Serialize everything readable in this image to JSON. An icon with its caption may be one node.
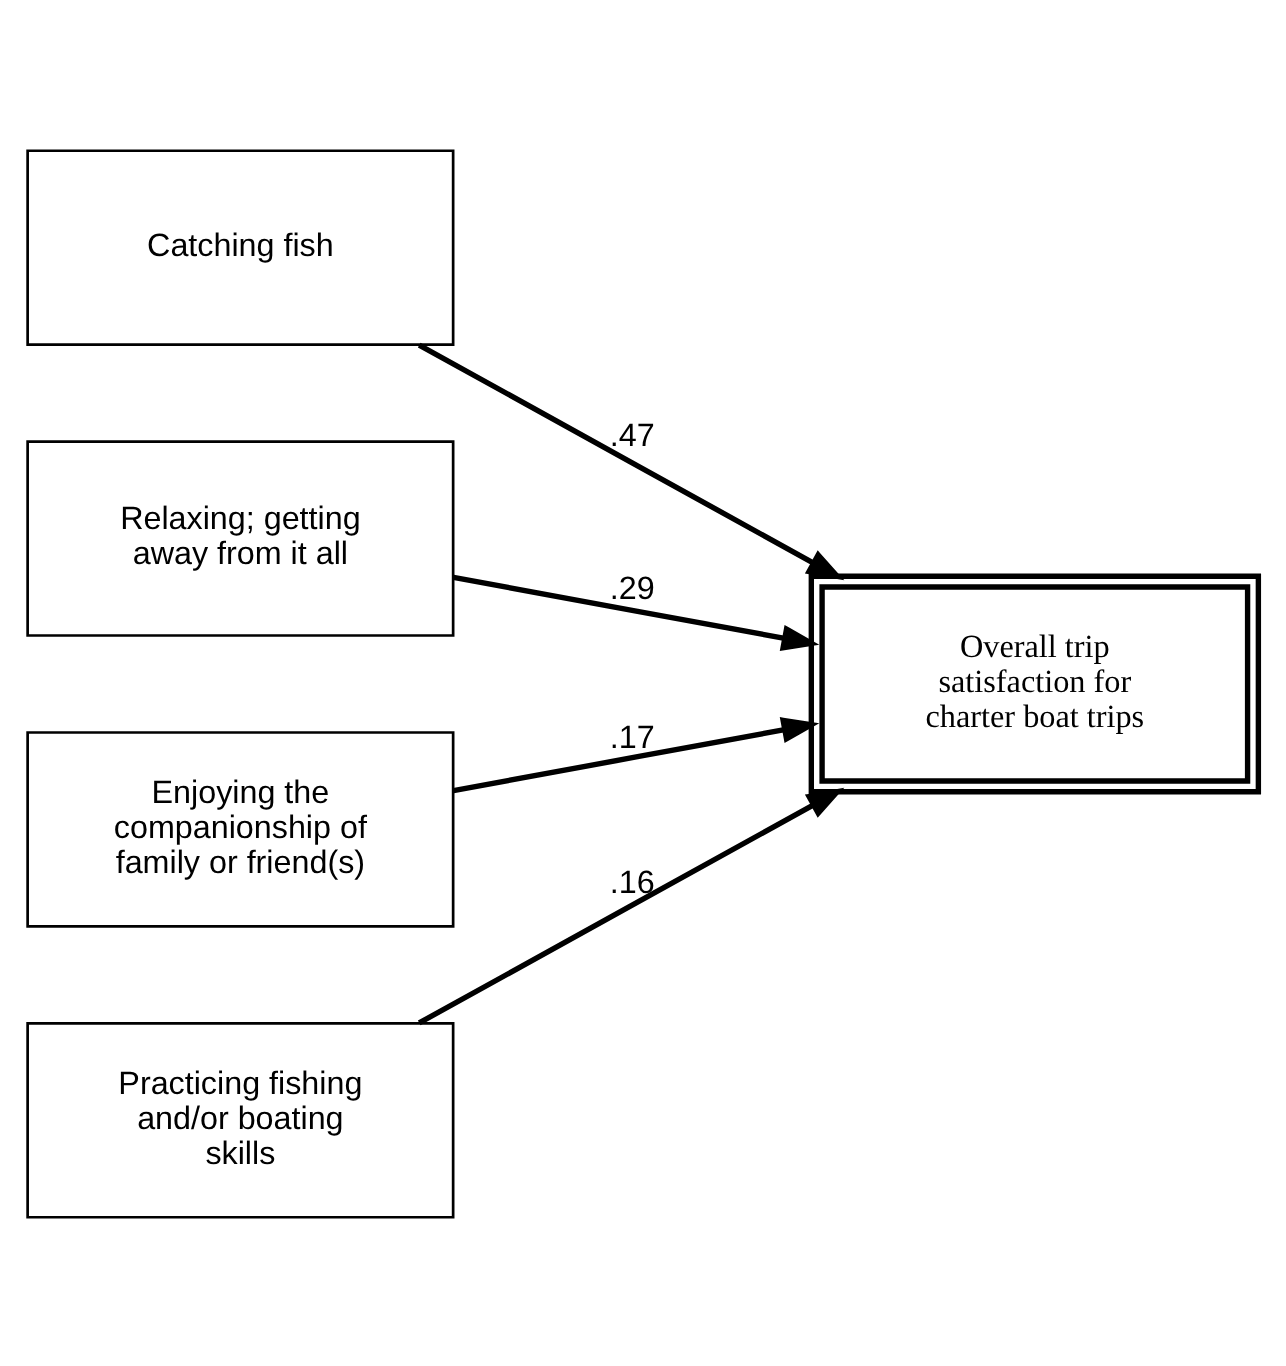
{
  "diagram": {
    "nodes": [
      {
        "text": [
          "Catching fish"
        ]
      },
      {
        "text": [
          "Relaxing; getting away from it all"
        ]
      },
      {
        "text": [
          "Enjoying the companionship of family or friend(s)"
        ]
      },
      {
        "text": [
          "Practicing fishing and/or boating skills"
        ]
      },
      {
        "text": [
          "Overall trip satisfaction for charter boat trips"
        ]
      }
    ],
    "edges": [
      {
        "from": 0,
        "to": 4,
        "arrow": "to",
        "label": ".47"
      },
      {
        "from": 1,
        "to": 4,
        "arrow": "to",
        "label": ".29"
      },
      {
        "from": 2,
        "to": 4,
        "arrow": "to",
        "label": ".17"
      },
      {
        "from": 3,
        "to": 4,
        "arrow": "to",
        "label": ".16"
      }
    ]
  }
}
